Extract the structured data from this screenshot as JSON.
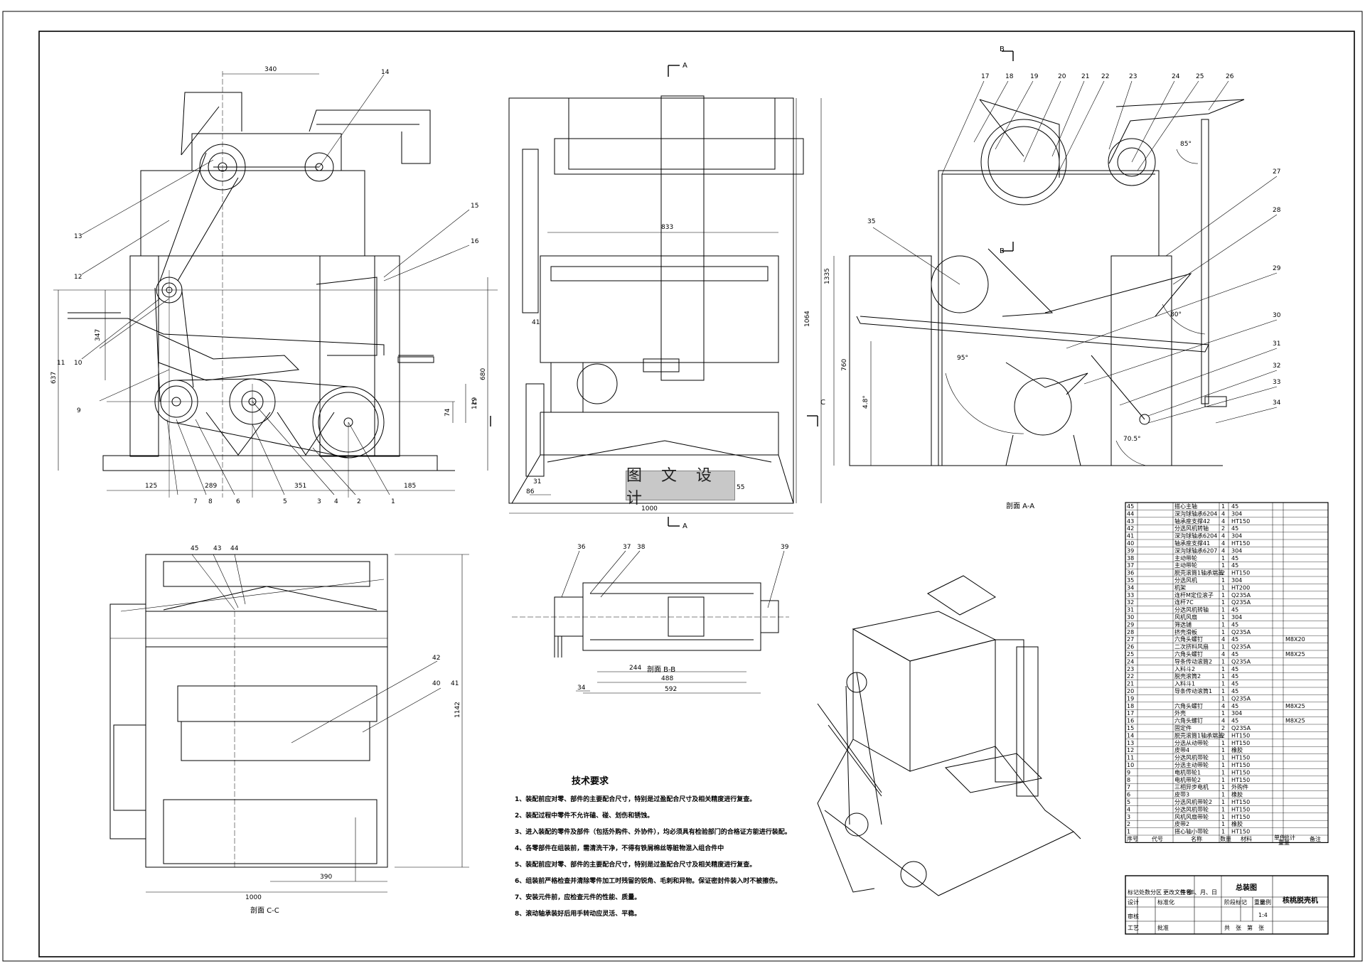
{
  "drawing": {
    "watermark": "图 文 设 计",
    "section_markers": {
      "a_top": "A",
      "a_bottom": "A",
      "c_left": "C",
      "c_right": "C",
      "b_top": "B",
      "b_bottom": "B"
    },
    "view_titles": {
      "section_aa": "剖面 A-A",
      "section_cc": "剖面 C-C",
      "section_bb": "剖面 B-B"
    },
    "front_view": {
      "dims": {
        "d340": "340",
        "d347": "347",
        "d637": "637",
        "d680": "680",
        "d119": "119",
        "d74": "74",
        "d125": "125",
        "d289": "289",
        "d351": "351",
        "d185": "185"
      },
      "balloons": {
        "b1": "1",
        "b2": "2",
        "b3": "3",
        "b4": "4",
        "b5": "5",
        "b6": "6",
        "b7": "7",
        "b8": "8",
        "b9": "9",
        "b10": "10",
        "b11": "11",
        "b12": "12",
        "b13": "13",
        "b14": "14",
        "b15": "15",
        "b16": "16"
      }
    },
    "side_view": {
      "dims": {
        "d833": "833",
        "d1335": "1335",
        "d1064": "1064",
        "d41": "41",
        "d31": "31",
        "d86": "86",
        "d55": "55",
        "d1000": "1000"
      }
    },
    "section_aa": {
      "dims": {
        "d760": "760",
        "d48": "4.8°",
        "d95": "95°",
        "d85": "85°",
        "d80": "80°",
        "d705": "70.5°"
      },
      "balloons": {
        "b17": "17",
        "b18": "18",
        "b19": "19",
        "b20": "20",
        "b21": "21",
        "b22": "22",
        "b23": "23",
        "b24": "24",
        "b25": "25",
        "b26": "26",
        "b27": "27",
        "b28": "28",
        "b29": "29",
        "b30": "30",
        "b31": "31",
        "b32": "32",
        "b33": "33",
        "b34": "34",
        "b35": "35"
      }
    },
    "section_cc": {
      "dims": {
        "d1142": "1142",
        "d390": "390",
        "d1000": "1000"
      },
      "balloons": {
        "b40": "40",
        "b41": "41",
        "b42": "42",
        "b43": "43",
        "b44": "44",
        "b45": "45"
      }
    },
    "section_bb": {
      "dims": {
        "d244": "244",
        "d488": "488",
        "d592": "592",
        "d34": "34"
      },
      "balloons": {
        "b36": "36",
        "b37": "37",
        "b38": "38",
        "b39": "39"
      }
    }
  },
  "tech_requirements": {
    "title": "技术要求",
    "items": [
      "1、装配前应对零、部件的主要配合尺寸，特别是过盈配合尺寸及相关精度进行复查。",
      "2、装配过程中零件不允许磕、碰、划伤和锈蚀。",
      "3、进入装配的零件及部件（包括外购件、外协件），均必须具有检验部门的合格证方能进行装配。",
      "4、各零部件在组装前，需清洗干净，不得有铁屑棉丝等脏物混入组合件中",
      "5、装配前应对零、部件的主要配合尺寸，特别是过盈配合尺寸及相关精度进行复查。",
      "6、组装前严格检查并清除零件加工时残留的锐角、毛刺和异物。保证密封件装入时不被擦伤。",
      "7、安装元件前，应检查元件的性能、质量。",
      "8、滚动轴承装好后用手转动应灵活、平稳。"
    ]
  },
  "parts_list": {
    "rows": [
      [
        "45",
        "搭心主轴",
        "1",
        "45",
        ""
      ],
      [
        "44",
        "深沟球轴承6204",
        "4",
        "304",
        ""
      ],
      [
        "43",
        "轴承座支撑42",
        "4",
        "HT150",
        ""
      ],
      [
        "42",
        "分选风机转轴",
        "2",
        "45",
        ""
      ],
      [
        "41",
        "深沟球轴承6204",
        "4",
        "304",
        ""
      ],
      [
        "40",
        "轴承座支撑41",
        "4",
        "HT150",
        ""
      ],
      [
        "39",
        "深沟球轴承6207",
        "4",
        "304",
        ""
      ],
      [
        "38",
        "主动带轮",
        "1",
        "45",
        ""
      ],
      [
        "37",
        "主动带轮",
        "1",
        "45",
        ""
      ],
      [
        "36",
        "脱壳滚筒1轴承端盖",
        "2",
        "HT150",
        ""
      ],
      [
        "35",
        "分选风机",
        "1",
        "304",
        ""
      ],
      [
        "34",
        "机架",
        "1",
        "HT200",
        ""
      ],
      [
        "33",
        "连杆M定位滚子",
        "1",
        "Q235A",
        ""
      ],
      [
        "32",
        "连杆7C",
        "1",
        "Q235A",
        ""
      ],
      [
        "31",
        "分选风机转轴",
        "1",
        "45",
        ""
      ],
      [
        "30",
        "风机风扇",
        "1",
        "304",
        ""
      ],
      [
        "29",
        "筛选铺",
        "1",
        "45",
        ""
      ],
      [
        "28",
        "挤壳滑板",
        "1",
        "Q235A",
        ""
      ],
      [
        "27",
        "六角头螺钉",
        "4",
        "45",
        "M8X20"
      ],
      [
        "26",
        "二次挤料风扇",
        "1",
        "Q235A",
        ""
      ],
      [
        "25",
        "六角头螺钉",
        "4",
        "45",
        "M8X25"
      ],
      [
        "24",
        "导条传动滚筒2",
        "1",
        "Q235A",
        ""
      ],
      [
        "23",
        "入料斗2",
        "1",
        "45",
        ""
      ],
      [
        "22",
        "脱壳滚筒2",
        "1",
        "45",
        ""
      ],
      [
        "21",
        "入料斗1",
        "1",
        "45",
        ""
      ],
      [
        "20",
        "导条传动滚筒1",
        "1",
        "45",
        ""
      ],
      [
        "19",
        "",
        "1",
        "Q235A",
        ""
      ],
      [
        "18",
        "六角头螺钉",
        "4",
        "45",
        "M8X25"
      ],
      [
        "17",
        "外壳",
        "1",
        "304",
        ""
      ],
      [
        "16",
        "六角头螺钉",
        "4",
        "45",
        "M8X25"
      ],
      [
        "15",
        "固定件",
        "2",
        "Q235A",
        ""
      ],
      [
        "14",
        "脱壳滚筒1轴承端盖",
        "2",
        "HT150",
        ""
      ],
      [
        "13",
        "分选从动带轮",
        "1",
        "HT150",
        ""
      ],
      [
        "12",
        "皮带4",
        "1",
        "橡胶",
        ""
      ],
      [
        "11",
        "分选风机带轮",
        "1",
        "HT150",
        ""
      ],
      [
        "10",
        "分选主动带轮",
        "1",
        "HT150",
        ""
      ],
      [
        "9",
        "电机带轮1",
        "1",
        "HT150",
        ""
      ],
      [
        "8",
        "电机带轮2",
        "1",
        "HT150",
        ""
      ],
      [
        "7",
        "三相异步电机",
        "1",
        "外购件",
        ""
      ],
      [
        "6",
        "皮带3",
        "1",
        "橡胶",
        ""
      ],
      [
        "5",
        "分选风机带轮2",
        "1",
        "HT150",
        ""
      ],
      [
        "4",
        "分选风机带轮",
        "1",
        "HT150",
        ""
      ],
      [
        "3",
        "风机风扇带轮",
        "1",
        "HT150",
        ""
      ],
      [
        "2",
        "皮带2",
        "1",
        "橡胶",
        ""
      ],
      [
        "1",
        "搭心轴小带轮",
        "1",
        "HT150",
        ""
      ]
    ],
    "header": {
      "seq": "序号",
      "code": "代号",
      "name": "名称",
      "qty": "数量",
      "material": "材料",
      "unit_weight": "单件",
      "total_weight": "总计",
      "weight": "重量",
      "remark": "备注"
    }
  },
  "title_block": {
    "drawing_name": "总装图",
    "product_name": "核桃脱壳机",
    "scale_label": "比例",
    "scale": "1:4",
    "weight_label": "重量",
    "stage_label": "阶段标记",
    "sheet_info": "共　张　第　张",
    "row_labels": [
      "标记",
      "处数",
      "分区",
      "更改文件号",
      "签名",
      "年、月、日"
    ],
    "designer": "设计",
    "standardization": "标准化",
    "reviewer": "审核",
    "process": "工艺",
    "approve": "批准"
  }
}
